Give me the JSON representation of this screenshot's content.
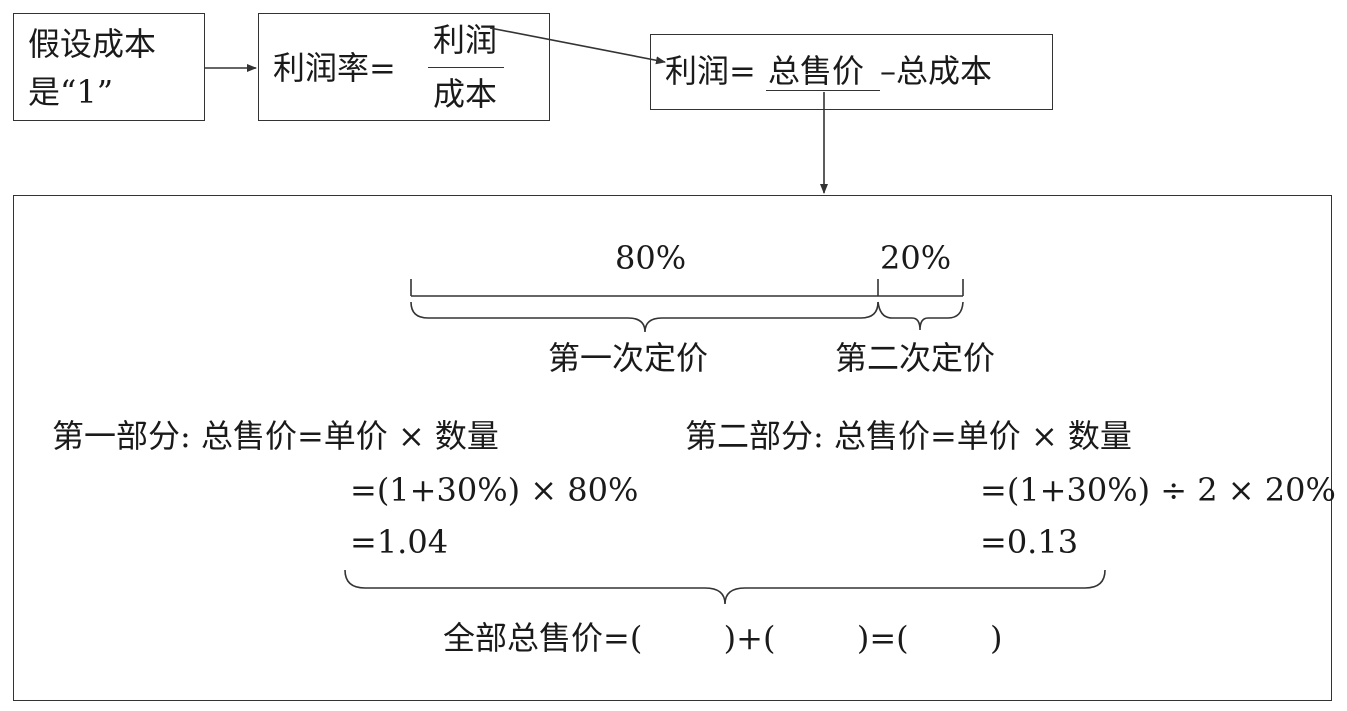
{
  "box_assume": {
    "line1": "假设成本",
    "line2": "是“1”"
  },
  "box_rate": {
    "label": "利润率=",
    "numerator": "利润",
    "denominator": "成本"
  },
  "box_profit": {
    "prefix": "利润=",
    "underlined": "总售价",
    "suffix": "–总成本"
  },
  "percent_first": "80%",
  "percent_second": "20%",
  "price_first": "第一次定价",
  "price_second": "第二次定价",
  "part1": {
    "line1": "第一部分: 总售价=单价 × 数量",
    "line2": "=(1+30%) × 80%",
    "line3": "=1.04"
  },
  "part2": {
    "line1": "第二部分: 总售价=单价 × 数量",
    "line2": "=(1+30%) ÷ 2 × 20%",
    "line3": "=0.13"
  },
  "total": "全部总售价=(        )+(        )=(        )"
}
